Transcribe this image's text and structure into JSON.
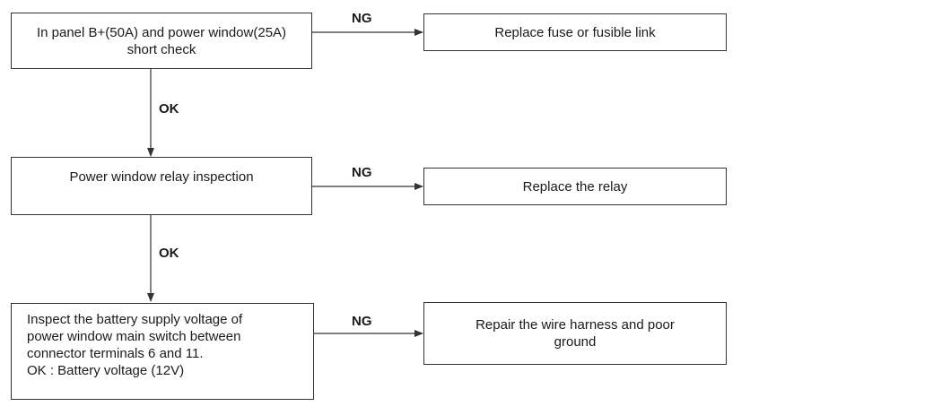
{
  "flowchart": {
    "steps": [
      {
        "text": "In panel B+(50A) and power window(25A)\nshort check",
        "ng_label": "NG",
        "ng_action": "Replace fuse or fusible link",
        "ok_label": "OK"
      },
      {
        "text": "Power window relay inspection",
        "ng_label": "NG",
        "ng_action": "Replace the relay",
        "ok_label": "OK"
      },
      {
        "text_lines": [
          "Inspect the battery supply voltage of",
          "power window main switch between",
          "connector terminals 6 and 11.",
          "OK : Battery voltage (12V)"
        ],
        "ng_label": "NG",
        "ng_action": "Repair the wire harness and poor ground"
      }
    ],
    "colors": {
      "line": "#333333",
      "text": "#1a1a1a",
      "background": "#ffffff"
    }
  }
}
